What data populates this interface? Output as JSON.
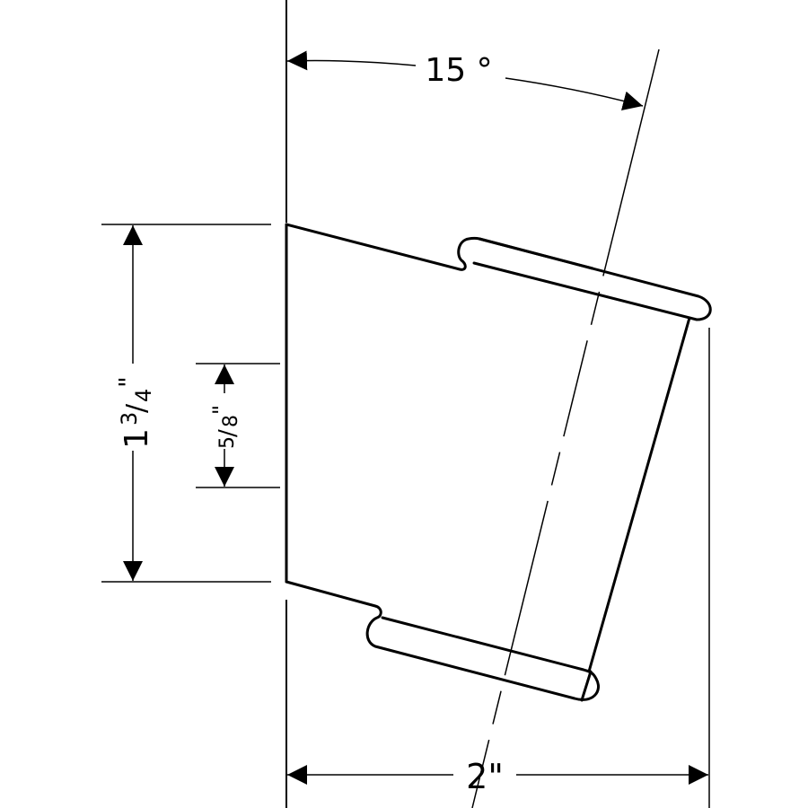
{
  "drawing": {
    "type": "technical dimension drawing",
    "subject": "angled wall outlet / holder profile",
    "line_color": "#000000",
    "background": "#ffffff"
  },
  "dimensions": {
    "angle": {
      "value": "15",
      "unit": "°",
      "label": "15 °"
    },
    "height_total": {
      "whole": "1",
      "numerator": "3",
      "denominator": "4",
      "unit": "\"",
      "label": "1 3/4\""
    },
    "height_offset": {
      "numerator": "5",
      "denominator": "8",
      "unit": "\"",
      "label": "5/8\""
    },
    "depth": {
      "value": "2",
      "unit": "\"",
      "label": "2\""
    }
  }
}
